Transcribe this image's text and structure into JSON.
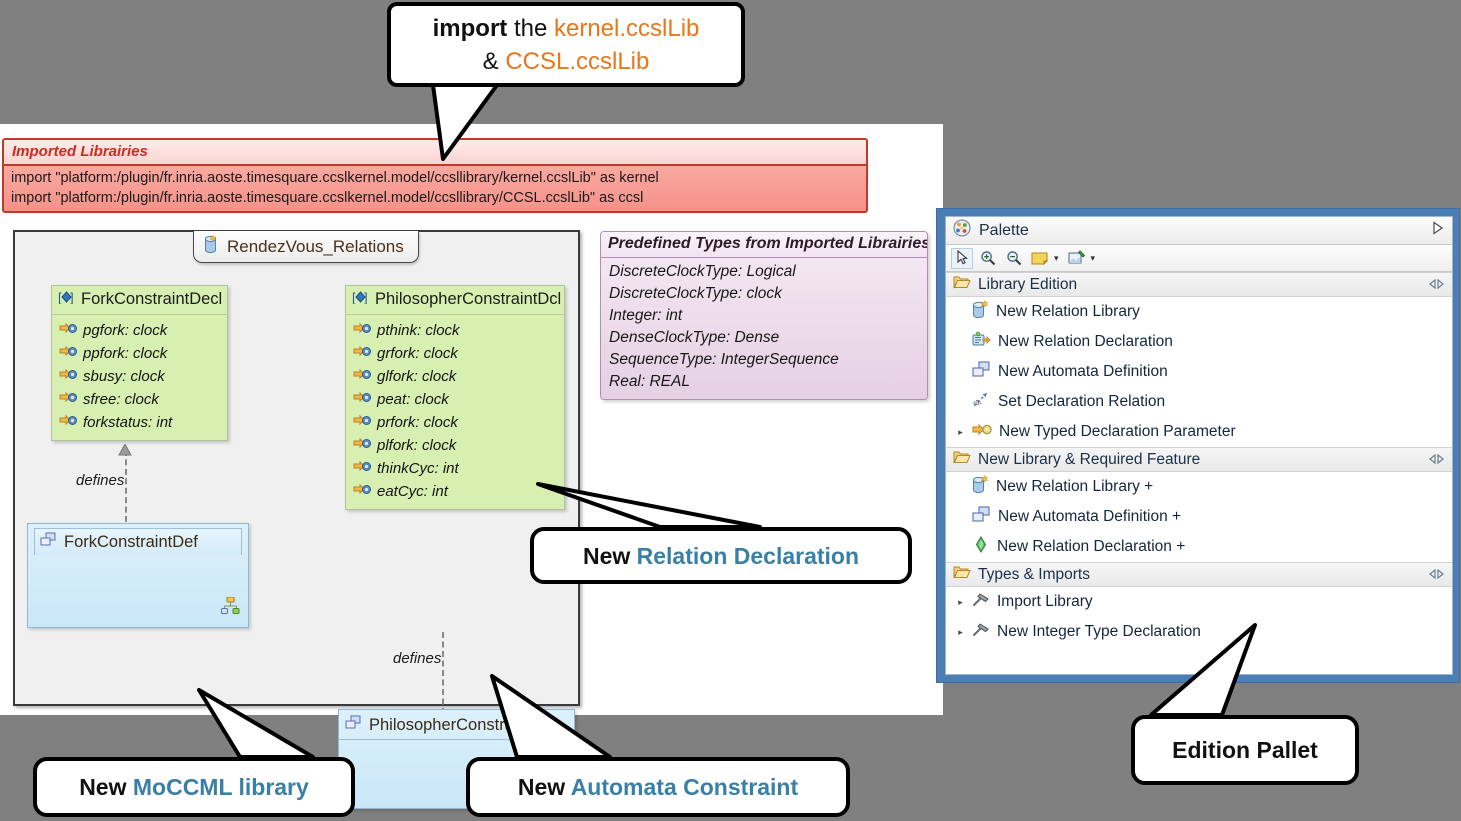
{
  "background_color": "#808080",
  "editor": {
    "imported_libraries": {
      "title": "Imported Librairies",
      "lines": [
        "import \"platform:/plugin/fr.inria.aoste.timesquare.ccslkernel.model/ccsllibrary/kernel.ccslLib\" as kernel",
        "import \"platform:/plugin/fr.inria.aoste.timesquare.ccslkernel.model/ccsllibrary/CCSL.ccslLib\" as ccsl"
      ],
      "accent_color": "#c0392b"
    },
    "diagram": {
      "tab_label": "RendezVous_Relations",
      "tab_icon": "relation-library-icon",
      "declarations": [
        {
          "name": "ForkConstraintDecl",
          "icon": "relation-declaration-icon",
          "attributes": [
            "pgfork: clock",
            "ppfork: clock",
            "sbusy: clock",
            "sfree: clock",
            "forkstatus: int"
          ]
        },
        {
          "name": "PhilosopherConstraintDcl",
          "icon": "relation-declaration-icon",
          "attributes": [
            "pthink: clock",
            "grfork: clock",
            "glfork: clock",
            "peat: clock",
            "prfork: clock",
            "plfork: clock",
            "thinkCyc: int",
            "eatCyc: int"
          ]
        }
      ],
      "definitions": [
        {
          "name": "ForkConstraintDef",
          "icon": "automata-definition-icon",
          "corner_icon": "automata-corner-icon"
        },
        {
          "name": "PhilosopherConstraintDef",
          "icon": "automata-definition-icon",
          "corner_icon": "automata-corner-icon"
        }
      ],
      "link_labels": [
        "defines",
        "defines"
      ]
    },
    "predefined_types": {
      "title": "Predefined Types from Imported Librairies",
      "lines": [
        "DiscreteClockType: Logical",
        "DiscreteClockType: clock",
        "Integer: int",
        "DenseClockType: Dense",
        "SequenceType: IntegerSequence",
        "Real: REAL"
      ],
      "accent_color": "#b08fb0"
    }
  },
  "palette": {
    "title": "Palette",
    "title_icon": "palette-icon",
    "expand_icon": "triangle-right-icon",
    "toolbar": [
      {
        "icon": "select-arrow-icon",
        "selected": true,
        "has_caret": false
      },
      {
        "icon": "zoom-in-icon",
        "selected": false,
        "has_caret": false
      },
      {
        "icon": "zoom-out-icon",
        "selected": false,
        "has_caret": false
      },
      {
        "icon": "note-icon",
        "selected": false,
        "has_caret": true
      },
      {
        "icon": "note-attachment-icon",
        "selected": false,
        "has_caret": true
      }
    ],
    "groups": [
      {
        "label": "Library Edition",
        "icon": "open-folder-icon",
        "collapse_icon": "collapse-icon",
        "items": [
          {
            "label": "New Relation Library",
            "icon": "relation-library-icon",
            "has_arrow": false
          },
          {
            "label": "New Relation Declaration",
            "icon": "relation-declaration-icon",
            "has_arrow": false
          },
          {
            "label": "New Automata Definition",
            "icon": "automata-definition-icon",
            "has_arrow": false
          },
          {
            "label": "Set Declaration Relation",
            "icon": "set-declaration-relation-icon",
            "has_arrow": false
          },
          {
            "label": "New Typed Declaration Parameter",
            "icon": "typed-parameter-icon",
            "has_arrow": true
          }
        ]
      },
      {
        "label": "New Library & Required Feature",
        "icon": "open-folder-icon",
        "collapse_icon": "collapse-icon",
        "items": [
          {
            "label": "New Relation Library +",
            "icon": "relation-library-icon",
            "has_arrow": false
          },
          {
            "label": "New Automata Definition +",
            "icon": "automata-definition-icon",
            "has_arrow": false
          },
          {
            "label": "New Relation Declaration +",
            "icon": "green-diamond-icon",
            "has_arrow": false
          }
        ]
      },
      {
        "label": "Types & Imports",
        "icon": "open-folder-icon",
        "collapse_icon": "collapse-icon",
        "items": [
          {
            "label": "Import Library",
            "icon": "hammer-icon",
            "has_arrow": true
          },
          {
            "label": "New Integer Type Declaration",
            "icon": "hammer-icon",
            "has_arrow": true
          }
        ]
      }
    ],
    "border_color": "#4a7eb5"
  },
  "callouts": {
    "import": {
      "line1_bold": "import",
      "line1_plain": " the ",
      "line1_accent": "kernel.ccslLib",
      "line2_plain": "& ",
      "line2_accent": "CCSL.ccslLib"
    },
    "relation_declaration": {
      "prefix": "New ",
      "accent": "Relation Declaration"
    },
    "moccml_library": {
      "prefix": "New ",
      "accent": "MoCCML library"
    },
    "automata_constraint": {
      "prefix": "New ",
      "accent": "Automata Constraint"
    },
    "edition_pallet": {
      "label": "Edition Pallet"
    },
    "accent_orange": "#e8761a",
    "accent_blue": "#3a7fa5"
  }
}
